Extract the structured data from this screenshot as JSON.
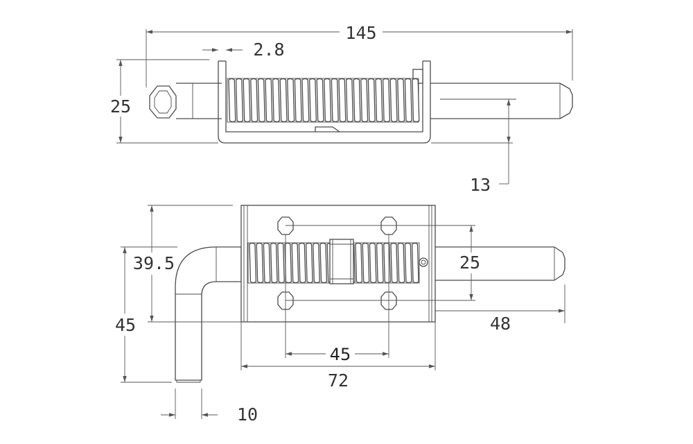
{
  "dimensions": {
    "overall_length": "145",
    "bracket_thickness": "2.8",
    "pin_height": "25",
    "pin_offset": "13",
    "handle_height": "39.5",
    "mounting_vertical": "25",
    "handle_depth": "45",
    "handle_width": "10",
    "mounting_horizontal": "45",
    "plate_length": "72",
    "pin_extension": "48"
  },
  "colors": {
    "line": "#4a4a4a",
    "text": "#333333",
    "background": "#ffffff"
  }
}
